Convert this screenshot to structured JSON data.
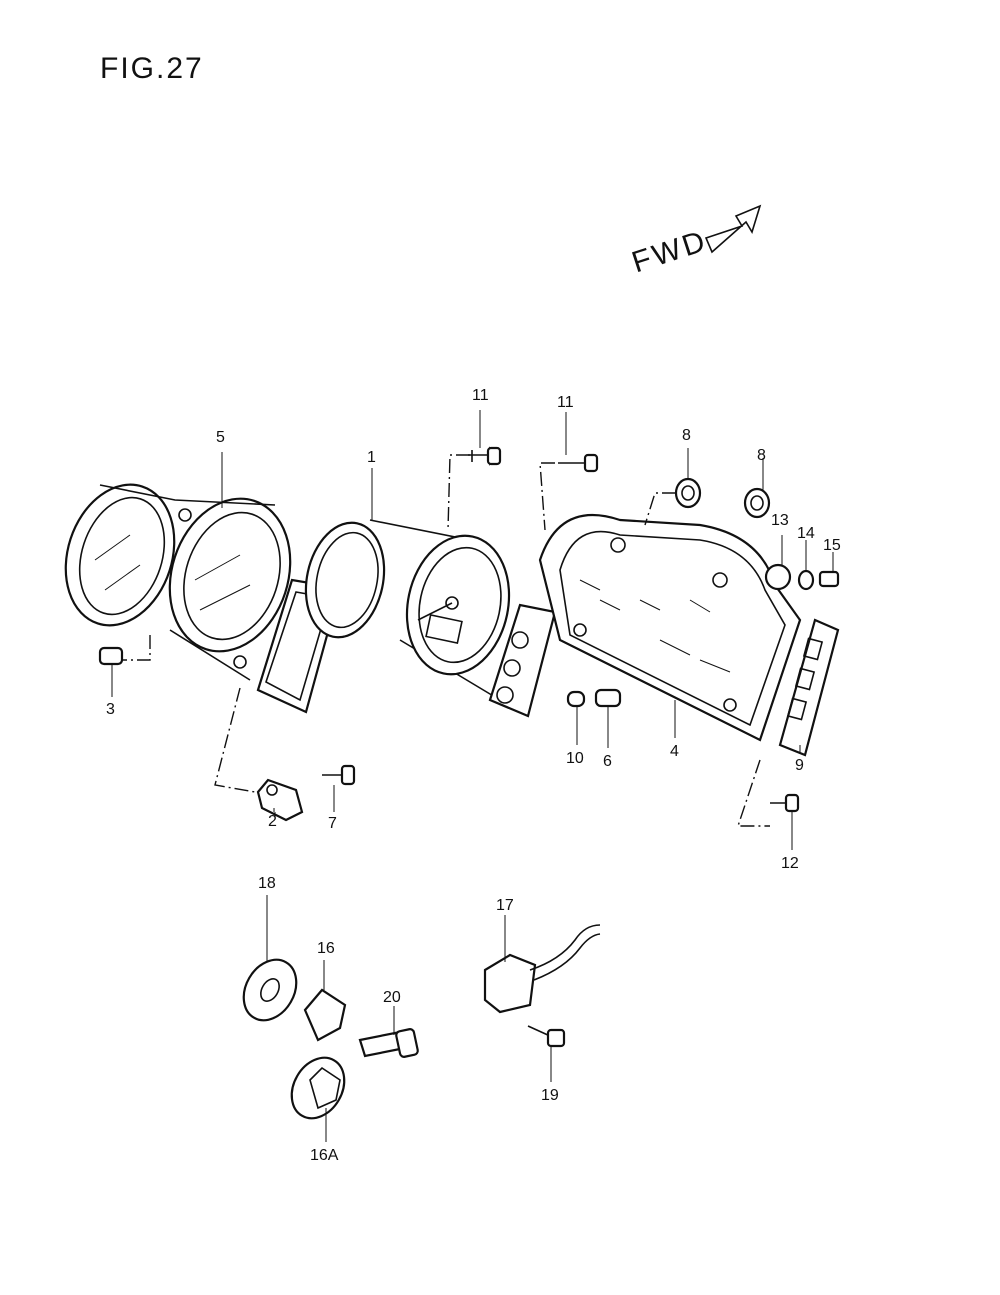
{
  "figure": {
    "title": "FIG.27",
    "direction": "FWD"
  },
  "callouts": [
    {
      "id": "c1",
      "text": "1"
    },
    {
      "id": "c2",
      "text": "2"
    },
    {
      "id": "c3",
      "text": "3"
    },
    {
      "id": "c4",
      "text": "4"
    },
    {
      "id": "c5",
      "text": "5"
    },
    {
      "id": "c6",
      "text": "6"
    },
    {
      "id": "c7",
      "text": "7"
    },
    {
      "id": "c8a",
      "text": "8"
    },
    {
      "id": "c8b",
      "text": "8"
    },
    {
      "id": "c9",
      "text": "9"
    },
    {
      "id": "c10",
      "text": "10"
    },
    {
      "id": "c11a",
      "text": "11"
    },
    {
      "id": "c11b",
      "text": "11"
    },
    {
      "id": "c12",
      "text": "12"
    },
    {
      "id": "c13",
      "text": "13"
    },
    {
      "id": "c14",
      "text": "14"
    },
    {
      "id": "c15",
      "text": "15"
    },
    {
      "id": "c16",
      "text": "16"
    },
    {
      "id": "c16a",
      "text": "16A"
    },
    {
      "id": "c17",
      "text": "17"
    },
    {
      "id": "c18",
      "text": "18"
    },
    {
      "id": "c19",
      "text": "19"
    },
    {
      "id": "c20",
      "text": "20"
    }
  ]
}
